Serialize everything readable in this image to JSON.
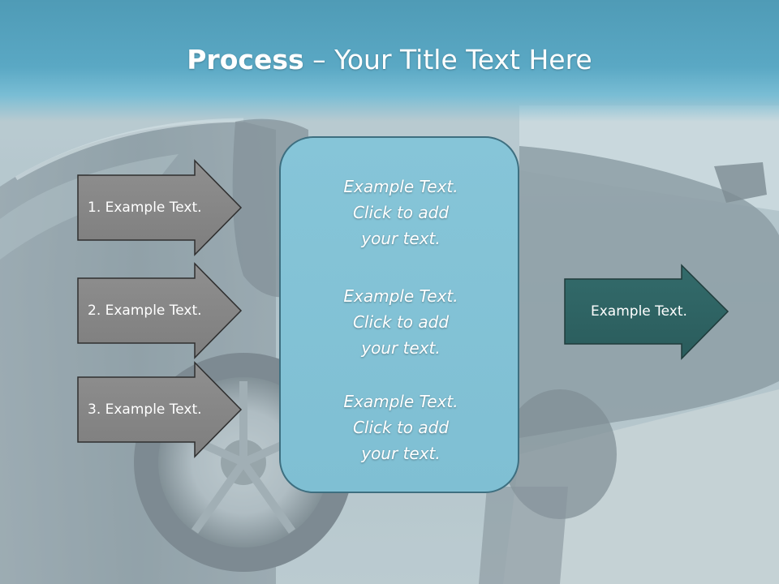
{
  "slide": {
    "title_bold": "Process",
    "title_rest": " – Your Title Text Here",
    "left_arrows": [
      {
        "label": "1. Example Text."
      },
      {
        "label": "2. Example Text."
      },
      {
        "label": "3. Example Text."
      }
    ],
    "center_blocks": [
      {
        "line1": "Example Text.",
        "line2": "Click  to add",
        "line3": "your text."
      },
      {
        "line1": "Example Text.",
        "line2": "Click  to add",
        "line3": "your text."
      },
      {
        "line1": "Example Text.",
        "line2": "Click  to add",
        "line3": "your text."
      }
    ],
    "right_arrow": {
      "label": "Example Text."
    }
  },
  "colors": {
    "title_band": "#5aa8c4",
    "left_arrow_fill": "#878787",
    "center_box_fill": "#86c5d8",
    "right_arrow_fill": "#2f6464"
  }
}
